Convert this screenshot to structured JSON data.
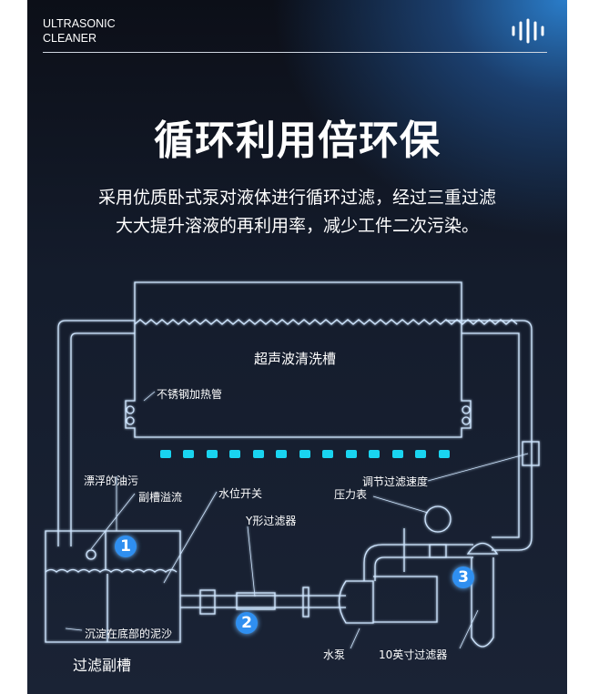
{
  "header": {
    "brand_line1": "ULTRASONIC",
    "brand_line2": "CLEANER",
    "icon": "sound-wave-icon"
  },
  "title": "循环利用倍环保",
  "subtitle": [
    "采用优质卧式泵对液体进行循环过滤，经过三重过滤",
    "大大提升溶液的再利用率，减少工件二次污染。"
  ],
  "diagram": {
    "tank_label": "超声波清洗槽",
    "heater_label": "不锈钢加热管",
    "floating_oil": "漂浮的油污",
    "overflow": "副槽溢流",
    "level_switch": "水位开关",
    "y_filter": "Y形过滤器",
    "pressure_gauge": "压力表",
    "adjust_speed": "调节过滤速度",
    "sediment": "沉淀在底部的泥沙",
    "sub_tank": "过滤副槽",
    "pump": "水泵",
    "filter_10in": "10英寸过滤器",
    "badges": [
      "1",
      "2",
      "3"
    ]
  },
  "colors": {
    "accent": "#2f8ff0",
    "line": "#cfe6ff",
    "nozzle": "#19d4f0"
  }
}
